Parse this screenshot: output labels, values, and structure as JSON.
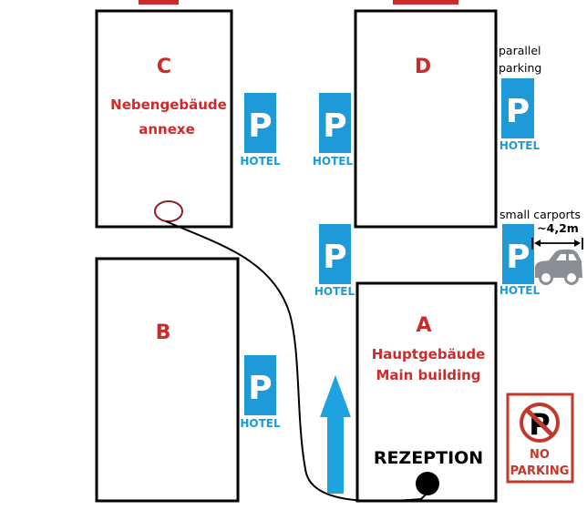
{
  "colors": {
    "building_outline": "#000000",
    "building_label": "#cc2b2b",
    "parking_blue": "#1e9ad8",
    "arrow_blue": "#1ea3e0",
    "no_parking_red": "#c0392b",
    "car_gray": "#8a8f96"
  },
  "buildings": {
    "c": {
      "letter": "C",
      "line1": "Nebengebäude",
      "line2": "annexe"
    },
    "d": {
      "letter": "D"
    },
    "b": {
      "letter": "B"
    },
    "a": {
      "letter": "A",
      "line1": "Hauptgebäude",
      "line2": "Main building",
      "reception": "REZEPTION"
    }
  },
  "parking_letter": "P",
  "parking_label": "HOTEL",
  "notes": {
    "parallel_line1": "parallel",
    "parallel_line2": "parking",
    "carports": "small carports",
    "width": "~4,2m"
  },
  "no_parking": {
    "line1": "NO",
    "line2": "PARKING"
  },
  "icons": {
    "parking_sign": "parking-sign-icon",
    "arrow": "arrow-up-icon",
    "car": "car-icon",
    "no_parking": "no-parking-icon",
    "start_marker": "circle-marker-icon",
    "end_marker": "dot-marker-icon"
  }
}
